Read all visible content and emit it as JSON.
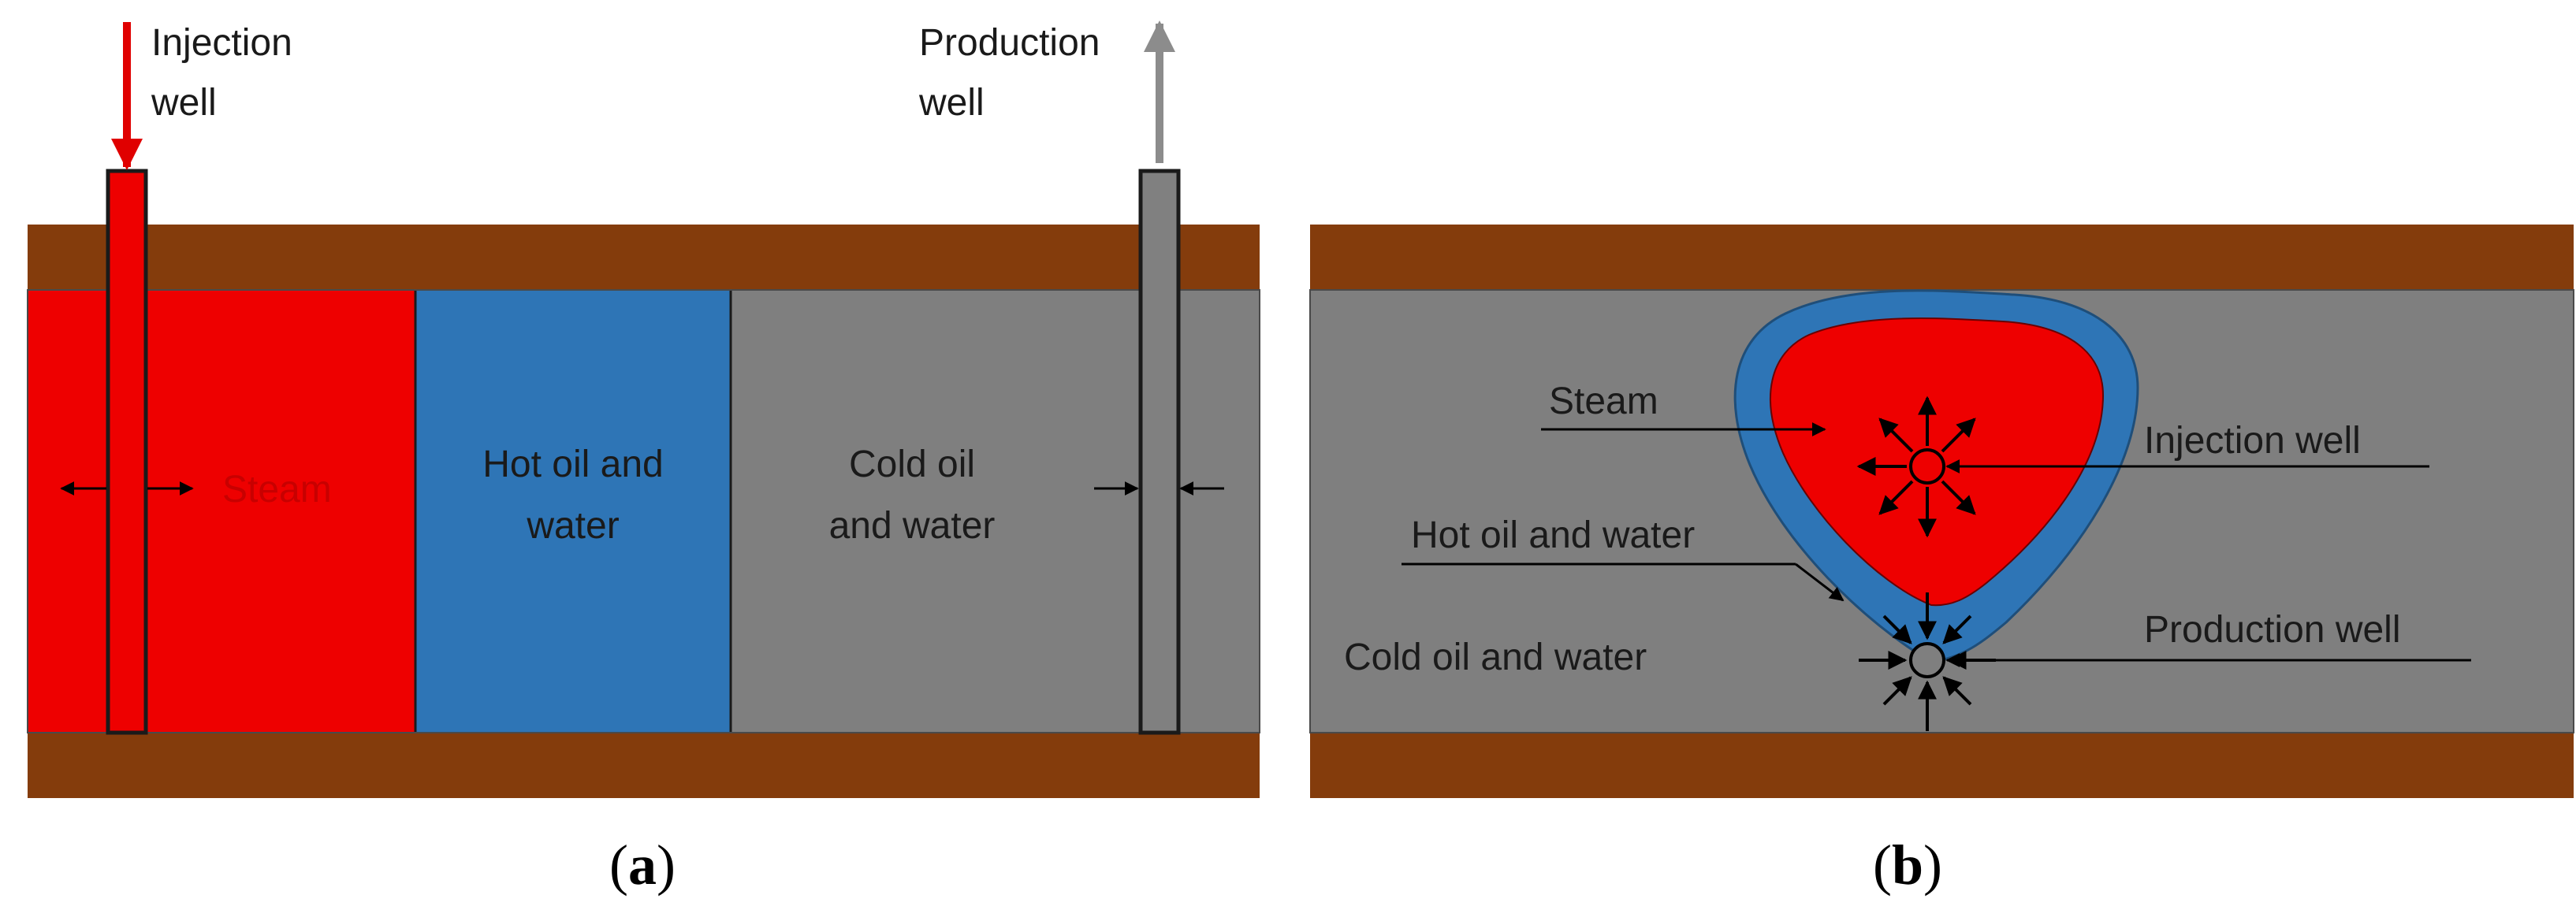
{
  "colors": {
    "rock": "#843C0C",
    "steam": "#EE0000",
    "hot_zone": "#2E75B6",
    "cold_zone": "#7F7F7F",
    "production_tube": "#808080",
    "production_arrow": "#8C8C8C",
    "injection_arrow": "#E00000",
    "outline": "#1A1A1A"
  },
  "panel_a": {
    "injection_well_label": [
      "Injection",
      "well"
    ],
    "production_well_label": [
      "Production",
      "well"
    ],
    "steam_label": "Steam",
    "hot_zone_label": [
      "Hot oil and",
      "water"
    ],
    "cold_zone_label": [
      "Cold oil",
      "and water"
    ],
    "caption": {
      "open": "(",
      "letter": "a",
      "close": ")"
    }
  },
  "panel_b": {
    "steam_label": "Steam",
    "injection_well_label": "Injection well",
    "hot_zone_label": "Hot oil and water",
    "production_well_label": "Production well",
    "cold_zone_label": "Cold oil and water",
    "caption": {
      "open": "(",
      "letter": "b",
      "close": ")"
    }
  }
}
